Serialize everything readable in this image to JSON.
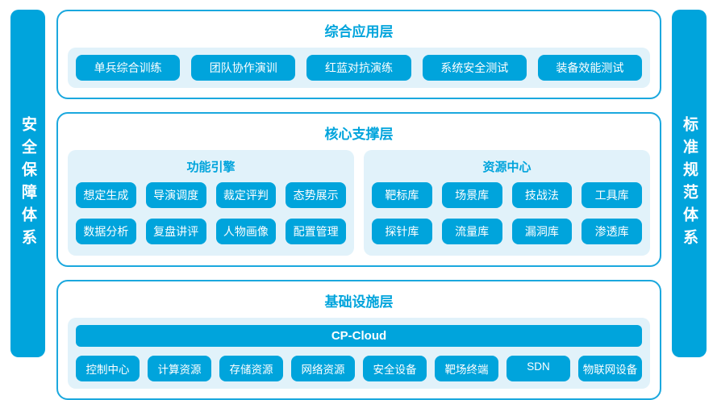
{
  "colors": {
    "accent": "#00A4DC",
    "panel_bg": "#E1F2FA",
    "border": "#1BA8DE",
    "text_on_accent": "#ffffff"
  },
  "left_bar": {
    "text": "安全保障体系"
  },
  "right_bar": {
    "text": "标准规范体系"
  },
  "app_layer": {
    "title": "综合应用层",
    "buttons": [
      "单兵综合训练",
      "团队协作演训",
      "红蓝对抗演练",
      "系统安全测试",
      "装备效能测试"
    ]
  },
  "core_layer": {
    "title": "核心支撑层",
    "engine": {
      "title": "功能引擎",
      "buttons": [
        "想定生成",
        "导演调度",
        "裁定评判",
        "态势展示",
        "数据分析",
        "复盘讲评",
        "人物画像",
        "配置管理"
      ]
    },
    "resource": {
      "title": "资源中心",
      "buttons": [
        "靶标库",
        "场景库",
        "技战法",
        "工具库",
        "探针库",
        "流量库",
        "漏洞库",
        "渗透库"
      ]
    }
  },
  "infra_layer": {
    "title": "基础设施层",
    "cloud_bar": "CP-Cloud",
    "buttons": [
      "控制中心",
      "计算资源",
      "存储资源",
      "网络资源",
      "安全设备",
      "靶场终端",
      "SDN",
      "物联网设备"
    ]
  }
}
